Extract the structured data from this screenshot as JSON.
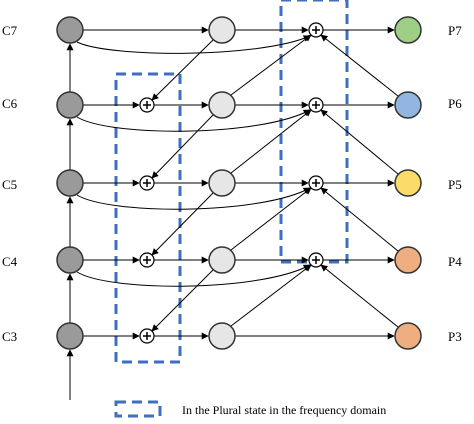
{
  "levels": [
    {
      "left_label": "C7",
      "right_label": "P7",
      "out_color": "#9fcf86"
    },
    {
      "left_label": "C6",
      "right_label": "P6",
      "out_color": "#93b6e0"
    },
    {
      "left_label": "C5",
      "right_label": "P5",
      "out_color": "#fbdc6a"
    },
    {
      "left_label": "C4",
      "right_label": "P4",
      "out_color": "#eeae80"
    },
    {
      "left_label": "C3",
      "right_label": "P3",
      "out_color": "#eeae80"
    }
  ],
  "colors": {
    "backbone_node": "#9a9a9a",
    "mid_node": "#e6e6e6",
    "dashed_box": "#3f6fbf",
    "line": "#000000"
  },
  "legend": {
    "text": "In the Plural state in the frequency domain"
  }
}
